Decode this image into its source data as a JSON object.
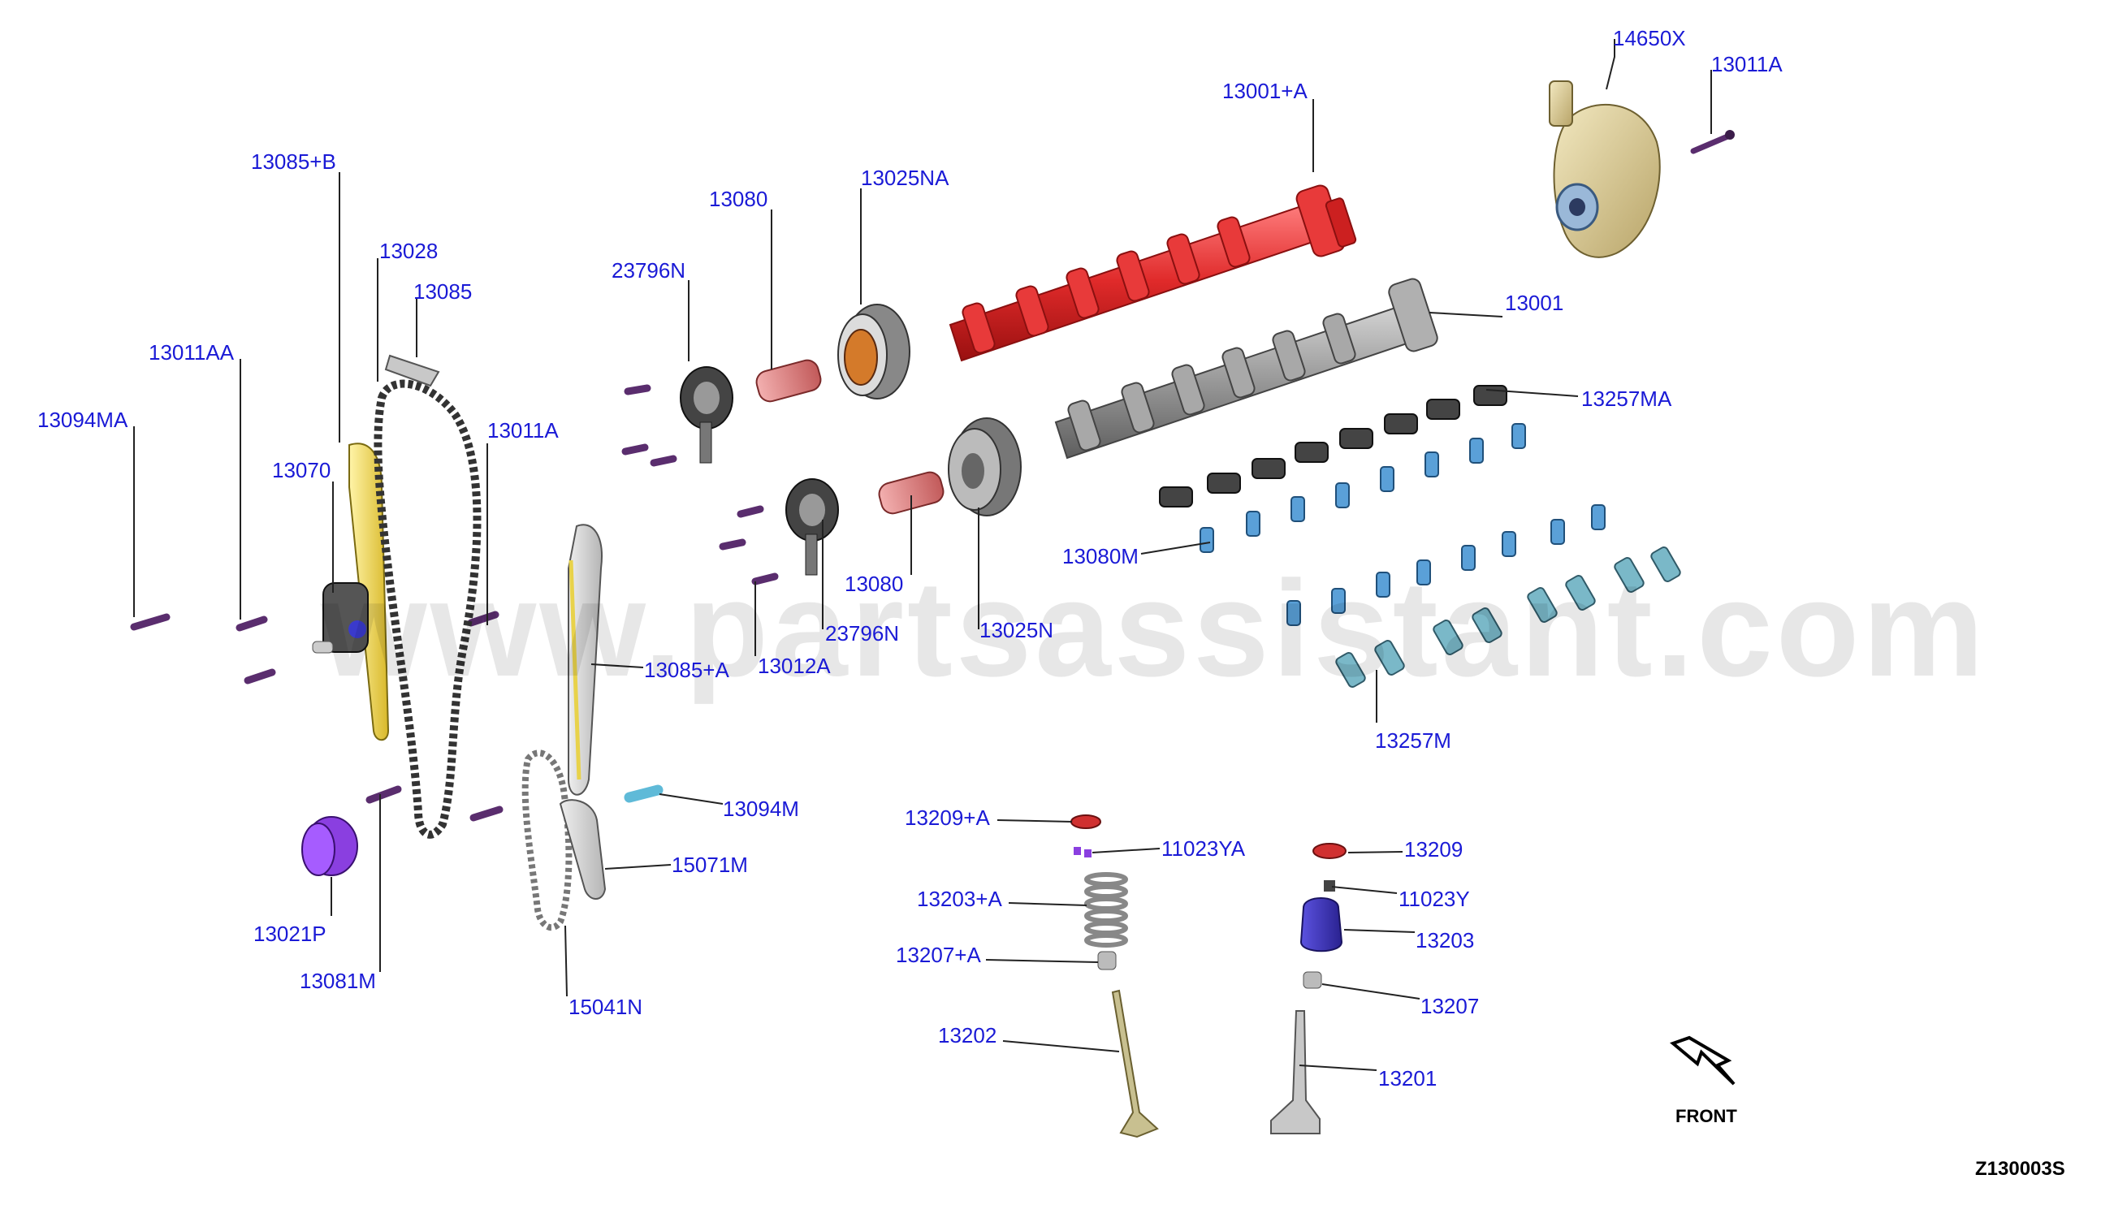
{
  "watermark": "www.partsassistant.com",
  "diagram_code": "Z130003S",
  "front_label": "FRONT",
  "colors": {
    "label": "#1a1ad6",
    "leader": "#222222",
    "bolt": "#5a2d6e",
    "guide": "#e8d24a",
    "chain": "#3a3a3a",
    "camshaft_red": "#e03030",
    "camshaft_grey": "#9a9a9a",
    "valve_part": "#5aa0d8",
    "rocker": "#7ab8c8",
    "spring": "#4a3fc0",
    "sprocket": "#8a3fe0",
    "pump": "#d8c890"
  },
  "callouts": [
    {
      "id": "c1",
      "text": "14650X"
    },
    {
      "id": "c2",
      "text": "13011A"
    },
    {
      "id": "c3",
      "text": "13001+A"
    },
    {
      "id": "c4",
      "text": "13085+B"
    },
    {
      "id": "c5",
      "text": "13025NA"
    },
    {
      "id": "c6",
      "text": "13080"
    },
    {
      "id": "c7",
      "text": "13028"
    },
    {
      "id": "c8",
      "text": "23796N"
    },
    {
      "id": "c9",
      "text": "13085"
    },
    {
      "id": "c10",
      "text": "13001"
    },
    {
      "id": "c11",
      "text": "13011AA"
    },
    {
      "id": "c12",
      "text": "13257MA"
    },
    {
      "id": "c13",
      "text": "13094MA"
    },
    {
      "id": "c14",
      "text": "13011A"
    },
    {
      "id": "c15",
      "text": "13070"
    },
    {
      "id": "c16",
      "text": "13080M"
    },
    {
      "id": "c17",
      "text": "13080"
    },
    {
      "id": "c18",
      "text": "23796N"
    },
    {
      "id": "c19",
      "text": "13025N"
    },
    {
      "id": "c20",
      "text": "13012A"
    },
    {
      "id": "c21",
      "text": "13085+A"
    },
    {
      "id": "c22",
      "text": "13257M"
    },
    {
      "id": "c23",
      "text": "13094M"
    },
    {
      "id": "c24",
      "text": "13209+A"
    },
    {
      "id": "c25",
      "text": "11023YA"
    },
    {
      "id": "c26",
      "text": "13209"
    },
    {
      "id": "c27",
      "text": "15071M"
    },
    {
      "id": "c28",
      "text": "13203+A"
    },
    {
      "id": "c29",
      "text": "11023Y"
    },
    {
      "id": "c30",
      "text": "13021P"
    },
    {
      "id": "c31",
      "text": "13203"
    },
    {
      "id": "c32",
      "text": "13207+A"
    },
    {
      "id": "c33",
      "text": "13081M"
    },
    {
      "id": "c34",
      "text": "15041N"
    },
    {
      "id": "c35",
      "text": "13207"
    },
    {
      "id": "c36",
      "text": "13202"
    },
    {
      "id": "c37",
      "text": "13201"
    }
  ]
}
